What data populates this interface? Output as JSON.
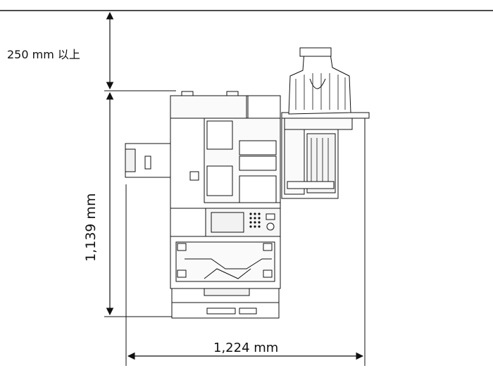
{
  "dimensions": {
    "clearance_top": "250 mm 以上",
    "depth": "1,139 mm",
    "width": "1,224 mm"
  },
  "colors": {
    "line": "#111111",
    "body": "#ffffff",
    "panel": "#f2f2f2"
  }
}
